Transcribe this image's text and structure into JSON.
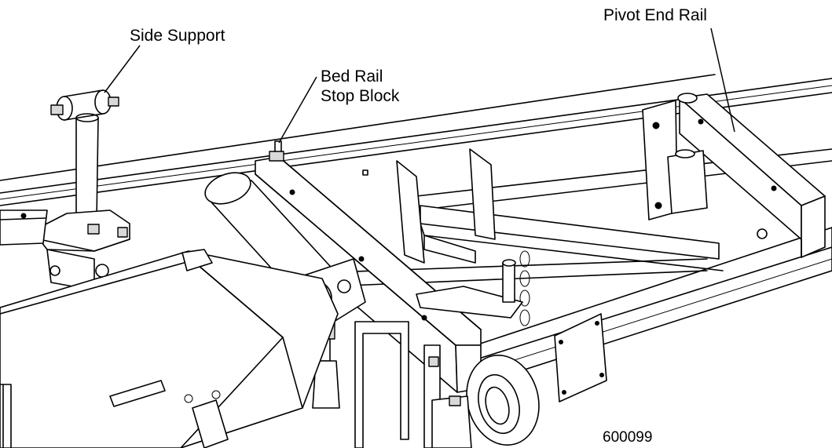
{
  "labels": {
    "side_support": "Side Support",
    "bed_rail_line1": "Bed Rail",
    "bed_rail_line2": "Stop Block",
    "pivot_end_rail": "Pivot End Rail",
    "figure_number": "600099"
  }
}
